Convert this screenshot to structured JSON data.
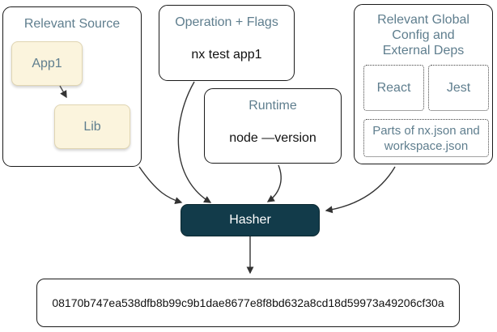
{
  "relevant_source": {
    "title": "Relevant Source",
    "app1_label": "App1",
    "lib_label": "Lib"
  },
  "operation_flags": {
    "title": "Operation + Flags",
    "command": "nx test app1"
  },
  "runtime": {
    "title": "Runtime",
    "command": "node —version"
  },
  "global_config": {
    "title_line1": "Relevant Global",
    "title_line2": "Config and",
    "title_line3": "External Deps",
    "dep1": "React",
    "dep2": "Jest",
    "config_note": "Parts of nx.json and workspace.json"
  },
  "hasher": {
    "label": "Hasher"
  },
  "output": {
    "hash": "08170b747ea538dfb8b99c9b1dae8677e8f8bd632a8cd18d59973a49206cf30a"
  },
  "colors": {
    "node_fill": "#fbf4dd",
    "node_border": "#e0d5b2",
    "slate_text": "#5f7e8e",
    "hasher_fill": "#123b4a",
    "hasher_text": "#ffffff",
    "arrow_line": "#333333",
    "box_border": "#1a1a1a"
  }
}
